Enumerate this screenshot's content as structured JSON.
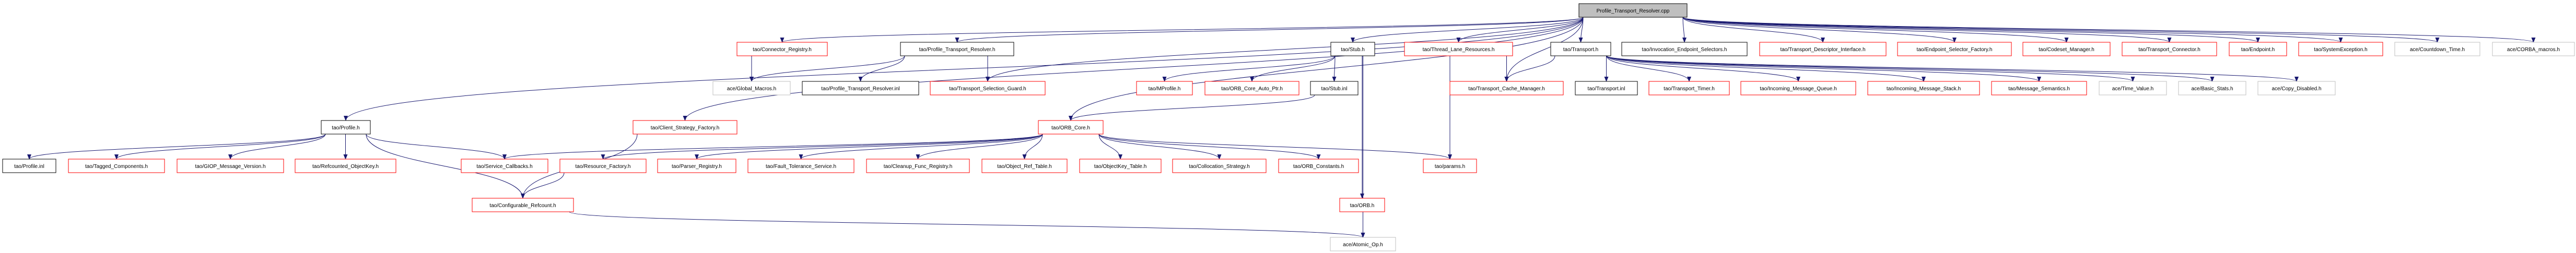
{
  "title": "Profile_Transport_Resolver.cpp",
  "colors": {
    "edge": "#191970",
    "documented": "#000000",
    "undocumented": "#ff0000",
    "external": "#bfbfbf",
    "root_fill": "#bfbfbf"
  },
  "nodes": [
    {
      "id": "root",
      "label": "Profile_Transport_Resolver.cpp",
      "kind": "root"
    },
    {
      "id": "connector_registry",
      "label": "tao/Connector_Registry.h",
      "kind": "undocumented"
    },
    {
      "id": "ptr_h",
      "label": "tao/Profile_Transport_Resolver.h",
      "kind": "documented"
    },
    {
      "id": "stub_h",
      "label": "tao/Stub.h",
      "kind": "documented"
    },
    {
      "id": "thread_lane",
      "label": "tao/Thread_Lane_Resources.h",
      "kind": "undocumented"
    },
    {
      "id": "transport_h",
      "label": "tao/Transport.h",
      "kind": "documented"
    },
    {
      "id": "ies",
      "label": "tao/Invocation_Endpoint_Selectors.h",
      "kind": "documented"
    },
    {
      "id": "tdi",
      "label": "tao/Transport_Descriptor_Interface.h",
      "kind": "undocumented"
    },
    {
      "id": "esf",
      "label": "tao/Endpoint_Selector_Factory.h",
      "kind": "undocumented"
    },
    {
      "id": "codeset",
      "label": "tao/Codeset_Manager.h",
      "kind": "undocumented"
    },
    {
      "id": "tconn",
      "label": "tao/Transport_Connector.h",
      "kind": "undocumented"
    },
    {
      "id": "endpoint",
      "label": "tao/Endpoint.h",
      "kind": "undocumented"
    },
    {
      "id": "sysex",
      "label": "tao/SystemException.h",
      "kind": "undocumented"
    },
    {
      "id": "countdown",
      "label": "ace/Countdown_Time.h",
      "kind": "external"
    },
    {
      "id": "corba_macros",
      "label": "ace/CORBA_macros.h",
      "kind": "external"
    },
    {
      "id": "global_macros",
      "label": "ace/Global_Macros.h",
      "kind": "external"
    },
    {
      "id": "ptr_inl",
      "label": "tao/Profile_Transport_Resolver.inl",
      "kind": "documented"
    },
    {
      "id": "tsg",
      "label": "tao/Transport_Selection_Guard.h",
      "kind": "undocumented"
    },
    {
      "id": "mprofile",
      "label": "tao/MProfile.h",
      "kind": "undocumented"
    },
    {
      "id": "orb_core_auto",
      "label": "tao/ORB_Core_Auto_Ptr.h",
      "kind": "undocumented"
    },
    {
      "id": "stub_inl",
      "label": "tao/Stub.inl",
      "kind": "documented"
    },
    {
      "id": "tcm",
      "label": "tao/Transport_Cache_Manager.h",
      "kind": "undocumented"
    },
    {
      "id": "transport_inl",
      "label": "tao/Transport.inl",
      "kind": "documented"
    },
    {
      "id": "ttimer",
      "label": "tao/Transport_Timer.h",
      "kind": "undocumented"
    },
    {
      "id": "imq",
      "label": "tao/Incoming_Message_Queue.h",
      "kind": "undocumented"
    },
    {
      "id": "ims",
      "label": "tao/Incoming_Message_Stack.h",
      "kind": "undocumented"
    },
    {
      "id": "msem",
      "label": "tao/Message_Semantics.h",
      "kind": "undocumented"
    },
    {
      "id": "time_value",
      "label": "ace/Time_Value.h",
      "kind": "external"
    },
    {
      "id": "basic_stats",
      "label": "ace/Basic_Stats.h",
      "kind": "external"
    },
    {
      "id": "copy_disabled",
      "label": "ace/Copy_Disabled.h",
      "kind": "external"
    },
    {
      "id": "profile_h",
      "label": "tao/Profile.h",
      "kind": "documented"
    },
    {
      "id": "csf",
      "label": "tao/Client_Strategy_Factory.h",
      "kind": "undocumented"
    },
    {
      "id": "orb_core",
      "label": "tao/ORB_Core.h",
      "kind": "undocumented"
    },
    {
      "id": "profile_inl",
      "label": "tao/Profile.inl",
      "kind": "documented"
    },
    {
      "id": "tagged",
      "label": "tao/Tagged_Components.h",
      "kind": "undocumented"
    },
    {
      "id": "giop_ver",
      "label": "tao/GIOP_Message_Version.h",
      "kind": "undocumented"
    },
    {
      "id": "refkey",
      "label": "tao/Refcounted_ObjectKey.h",
      "kind": "undocumented"
    },
    {
      "id": "svc_cb",
      "label": "tao/Service_Callbacks.h",
      "kind": "undocumented"
    },
    {
      "id": "res_factory",
      "label": "tao/Resource_Factory.h",
      "kind": "undocumented"
    },
    {
      "id": "parser_reg",
      "label": "tao/Parser_Registry.h",
      "kind": "undocumented"
    },
    {
      "id": "fts",
      "label": "tao/Fault_Tolerance_Service.h",
      "kind": "undocumented"
    },
    {
      "id": "cleanup",
      "label": "tao/Cleanup_Func_Registry.h",
      "kind": "undocumented"
    },
    {
      "id": "ort",
      "label": "tao/Object_Ref_Table.h",
      "kind": "undocumented"
    },
    {
      "id": "okt",
      "label": "tao/ObjectKey_Table.h",
      "kind": "undocumented"
    },
    {
      "id": "colloc",
      "label": "tao/Collocation_Strategy.h",
      "kind": "undocumented"
    },
    {
      "id": "orb_const",
      "label": "tao/ORB_Constants.h",
      "kind": "undocumented"
    },
    {
      "id": "params",
      "label": "tao/params.h",
      "kind": "undocumented"
    },
    {
      "id": "conf_ref",
      "label": "tao/Configurable_Refcount.h",
      "kind": "undocumented"
    },
    {
      "id": "orb_h",
      "label": "tao/ORB.h",
      "kind": "undocumented"
    },
    {
      "id": "atomic_op",
      "label": "ace/Atomic_Op.h",
      "kind": "external"
    }
  ],
  "edges": [
    [
      "root",
      "connector_registry"
    ],
    [
      "root",
      "ptr_h"
    ],
    [
      "root",
      "stub_h"
    ],
    [
      "root",
      "thread_lane"
    ],
    [
      "root",
      "transport_h"
    ],
    [
      "root",
      "ies"
    ],
    [
      "root",
      "tdi"
    ],
    [
      "root",
      "esf"
    ],
    [
      "root",
      "codeset"
    ],
    [
      "root",
      "tconn"
    ],
    [
      "root",
      "endpoint"
    ],
    [
      "root",
      "sysex"
    ],
    [
      "root",
      "countdown"
    ],
    [
      "root",
      "corba_macros"
    ],
    [
      "root",
      "profile_h"
    ],
    [
      "root",
      "csf"
    ],
    [
      "root",
      "orb_core"
    ],
    [
      "root",
      "tsg"
    ],
    [
      "root",
      "tcm"
    ],
    [
      "connector_registry",
      "global_macros"
    ],
    [
      "ptr_h",
      "global_macros"
    ],
    [
      "ptr_h",
      "ptr_inl"
    ],
    [
      "ptr_h",
      "tsg"
    ],
    [
      "stub_h",
      "mprofile"
    ],
    [
      "stub_h",
      "orb_core_auto"
    ],
    [
      "stub_h",
      "stub_inl"
    ],
    [
      "stub_h",
      "orb_h"
    ],
    [
      "stub_h",
      "atomic_op"
    ],
    [
      "stub_inl",
      "orb_core"
    ],
    [
      "thread_lane",
      "tcm"
    ],
    [
      "thread_lane",
      "params"
    ],
    [
      "transport_h",
      "tcm"
    ],
    [
      "transport_h",
      "transport_inl"
    ],
    [
      "transport_h",
      "ttimer"
    ],
    [
      "transport_h",
      "imq"
    ],
    [
      "transport_h",
      "ims"
    ],
    [
      "transport_h",
      "msem"
    ],
    [
      "transport_h",
      "time_value"
    ],
    [
      "transport_h",
      "basic_stats"
    ],
    [
      "transport_h",
      "copy_disabled"
    ],
    [
      "profile_h",
      "profile_inl"
    ],
    [
      "profile_h",
      "tagged"
    ],
    [
      "profile_h",
      "giop_ver"
    ],
    [
      "profile_h",
      "refkey"
    ],
    [
      "profile_h",
      "svc_cb"
    ],
    [
      "profile_h",
      "conf_ref"
    ],
    [
      "csf",
      "conf_ref"
    ],
    [
      "orb_core",
      "svc_cb"
    ],
    [
      "orb_core",
      "res_factory"
    ],
    [
      "orb_core",
      "parser_reg"
    ],
    [
      "orb_core",
      "fts"
    ],
    [
      "orb_core",
      "cleanup"
    ],
    [
      "orb_core",
      "ort"
    ],
    [
      "orb_core",
      "okt"
    ],
    [
      "orb_core",
      "colloc"
    ],
    [
      "orb_core",
      "orb_const"
    ],
    [
      "orb_core",
      "params"
    ],
    [
      "res_factory",
      "conf_ref"
    ],
    [
      "conf_ref",
      "atomic_op"
    ],
    [
      "orb_h",
      "atomic_op"
    ]
  ]
}
